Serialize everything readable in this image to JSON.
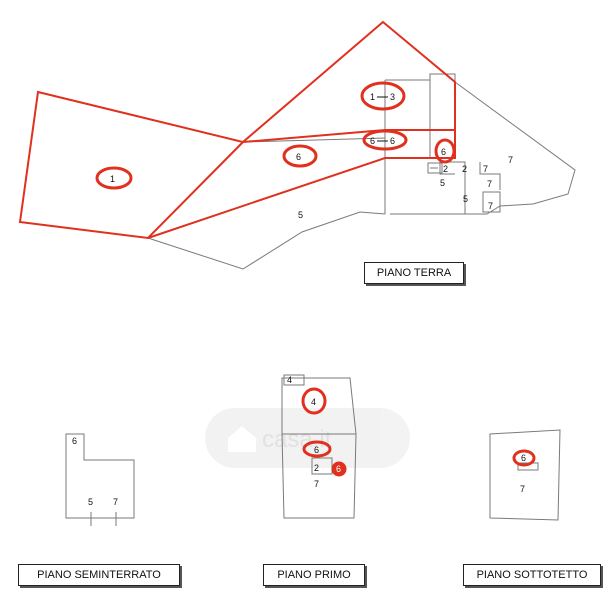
{
  "floors": {
    "terra": "PIANO TERRA",
    "seminterrato": "PIANO SEMINTERRATO",
    "primo": "PIANO PRIMO",
    "sottotetto": "PIANO SOTTOTETTO"
  },
  "terra_labels": {
    "l1": "1",
    "l13a": "1",
    "l13b": "3",
    "l6a": "6",
    "l66a": "6",
    "l66b": "6",
    "l6b": "6",
    "l5a": "5",
    "l2a": "2",
    "l2b": "2",
    "l7a": "7",
    "l7b": "7",
    "l7c": "7",
    "l5b": "5",
    "l5c": "5",
    "l7d": "7"
  },
  "semi_labels": {
    "l6": "6",
    "l5": "5",
    "l7": "7"
  },
  "primo_labels": {
    "l4a": "4",
    "l4b": "4",
    "l6a": "6",
    "l2": "2",
    "l6b": "6",
    "l7": "7"
  },
  "sotto_labels": {
    "l6": "6",
    "l7": "7"
  },
  "watermark": "casa.it",
  "colors": {
    "highlight": "#e0301e",
    "line": "#7a7a7a",
    "text": "#111111"
  }
}
